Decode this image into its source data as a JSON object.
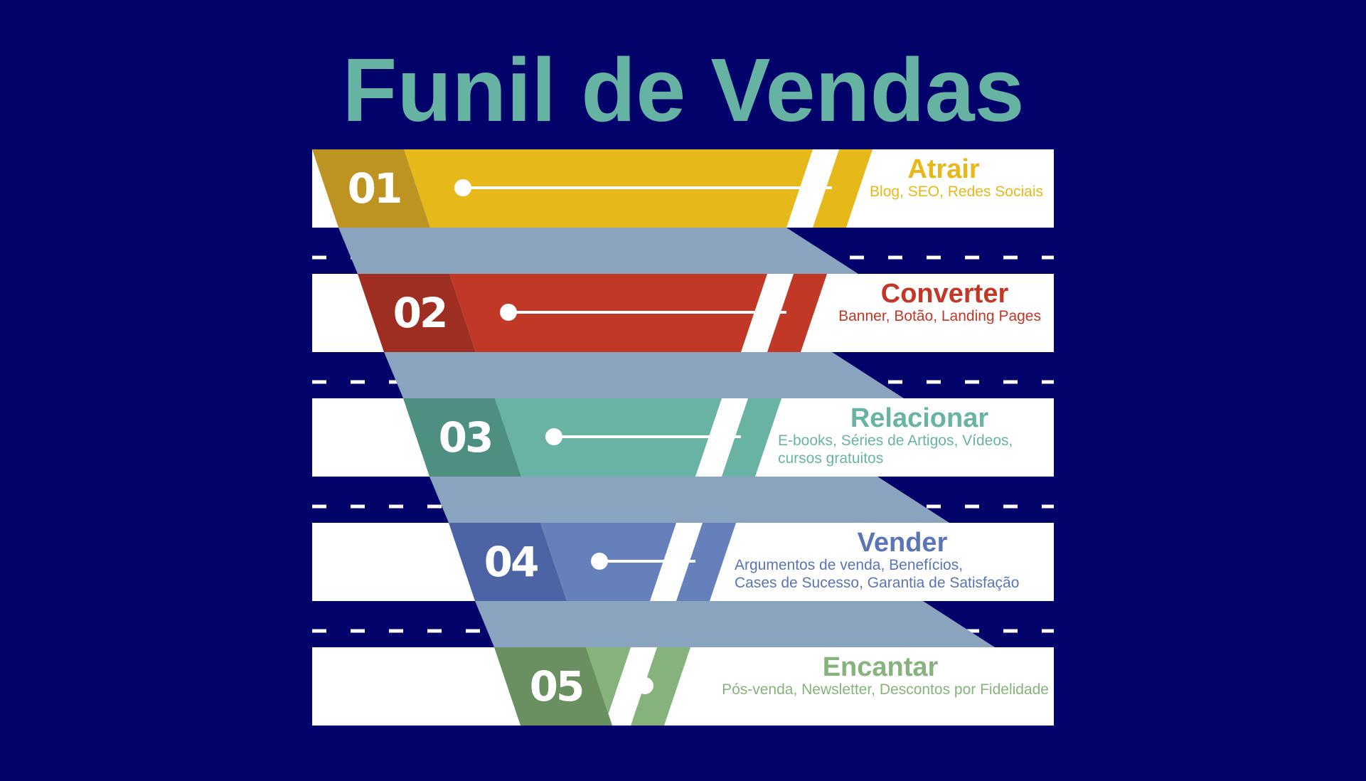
{
  "title": "Funil de Vendas",
  "colors": {
    "background": "#02026b",
    "title": "#66b3a3",
    "band": "#ffffff",
    "funnel_shadow": "#8aa4bf",
    "divider": "#ffffff"
  },
  "stages": [
    {
      "number": "01",
      "title": "Atrair",
      "lines": [
        "Blog, SEO, Redes Sociais"
      ],
      "color_main": "#e6b819",
      "color_dark": "#bd9321",
      "text_color": "#e6b819"
    },
    {
      "number": "02",
      "title": "Converter",
      "lines": [
        "Banner, Botão, Landing Pages"
      ],
      "color_main": "#c23827",
      "color_dark": "#9e2d22",
      "text_color": "#c23827"
    },
    {
      "number": "03",
      "title": "Relacionar",
      "lines": [
        "E-books, Séries de Artigos, Vídeos,",
        "cursos gratuitos"
      ],
      "color_main": "#68b3a4",
      "color_dark": "#4d8f80",
      "text_color": "#68b3a4"
    },
    {
      "number": "04",
      "title": "Vender",
      "lines": [
        "Argumentos de venda, Benefícios,",
        "Cases de Sucesso, Garantia de Satisfação"
      ],
      "color_main": "#6680bb",
      "color_dark": "#4c63a6",
      "text_color": "#5a74b5"
    },
    {
      "number": "05",
      "title": "Encantar",
      "lines": [
        "Pós-venda, Newsletter, Descontos por Fidelidade"
      ],
      "color_main": "#86b27c",
      "color_dark": "#6a8f60",
      "text_color": "#86b27c"
    }
  ]
}
